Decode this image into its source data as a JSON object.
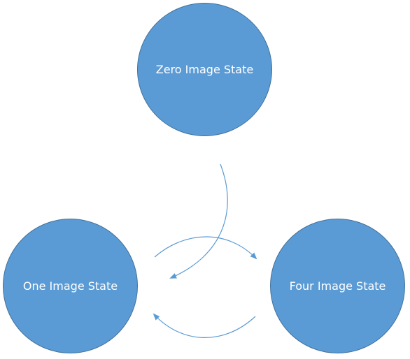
{
  "diagram": {
    "nodes": {
      "zero": {
        "label": "Zero Image State"
      },
      "one": {
        "label": "One Image State"
      },
      "four": {
        "label": "Four Image State"
      }
    },
    "edges": [
      {
        "from": "zero",
        "to": "one"
      },
      {
        "from": "one",
        "to": "four"
      },
      {
        "from": "four",
        "to": "one"
      }
    ],
    "colors": {
      "node_fill": "#5b9bd5",
      "node_border": "#41719c",
      "arrow": "#5b9bd5",
      "label": "#ffffff"
    }
  }
}
